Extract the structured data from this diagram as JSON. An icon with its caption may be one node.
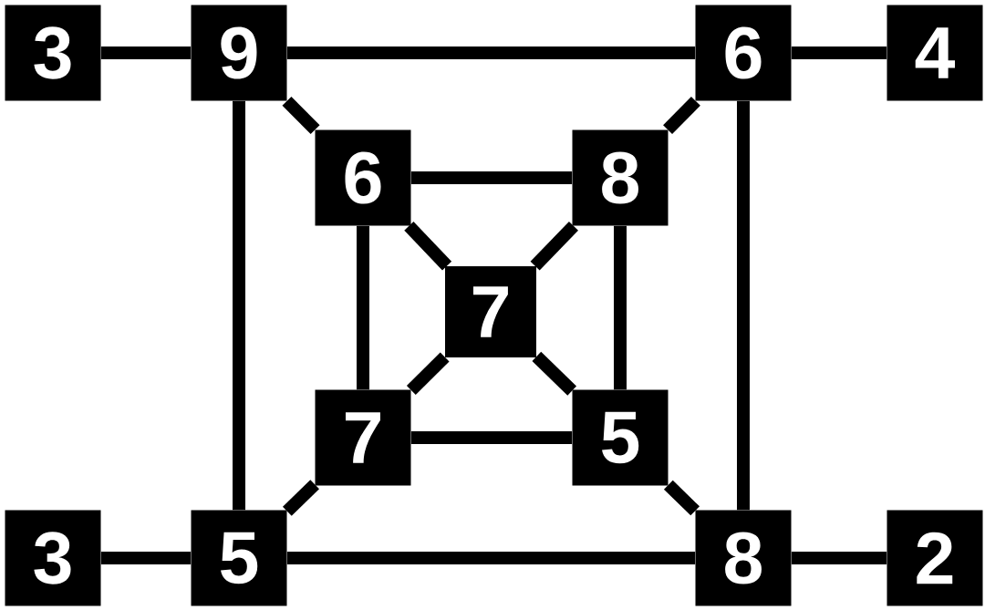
{
  "diagram": {
    "nodes": [
      {
        "text": [
          "3"
        ]
      },
      {
        "text": [
          "9"
        ]
      },
      {
        "text": [
          "6"
        ]
      },
      {
        "text": [
          "4"
        ]
      },
      {
        "text": [
          "6"
        ]
      },
      {
        "text": [
          "8"
        ]
      },
      {
        "text": [
          "7"
        ]
      },
      {
        "text": [
          "7"
        ]
      },
      {
        "text": [
          "5"
        ]
      },
      {
        "text": [
          "3"
        ]
      },
      {
        "text": [
          "5"
        ]
      },
      {
        "text": [
          "8"
        ]
      },
      {
        "text": [
          "2"
        ]
      }
    ],
    "edges": [
      {
        "from": 0,
        "to": 1,
        "arrow": "none"
      },
      {
        "from": 1,
        "to": 2,
        "arrow": "none"
      },
      {
        "from": 2,
        "to": 3,
        "arrow": "none"
      },
      {
        "from": 1,
        "to": 4,
        "arrow": "none"
      },
      {
        "from": 2,
        "to": 5,
        "arrow": "none"
      },
      {
        "from": 1,
        "to": 10,
        "arrow": "none"
      },
      {
        "from": 2,
        "to": 11,
        "arrow": "none"
      },
      {
        "from": 4,
        "to": 5,
        "arrow": "none"
      },
      {
        "from": 4,
        "to": 6,
        "arrow": "none"
      },
      {
        "from": 5,
        "to": 6,
        "arrow": "none"
      },
      {
        "from": 4,
        "to": 7,
        "arrow": "none"
      },
      {
        "from": 5,
        "to": 8,
        "arrow": "none"
      },
      {
        "from": 7,
        "to": 6,
        "arrow": "none"
      },
      {
        "from": 8,
        "to": 6,
        "arrow": "none"
      },
      {
        "from": 7,
        "to": 8,
        "arrow": "none"
      },
      {
        "from": 7,
        "to": 10,
        "arrow": "none"
      },
      {
        "from": 8,
        "to": 11,
        "arrow": "none"
      },
      {
        "from": 9,
        "to": 10,
        "arrow": "none"
      },
      {
        "from": 10,
        "to": 11,
        "arrow": "none"
      },
      {
        "from": 11,
        "to": 12,
        "arrow": "none"
      }
    ]
  }
}
